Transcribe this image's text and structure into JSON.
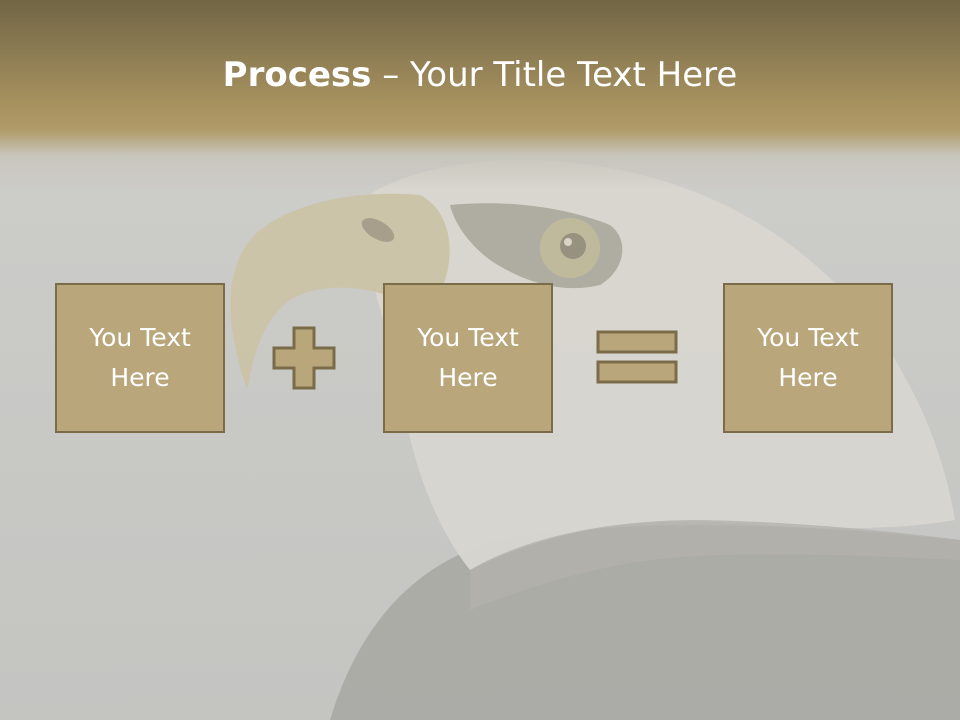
{
  "slide": {
    "title_strong": "Process",
    "title_sep": " – ",
    "title_rest": "Your Title Text Here"
  },
  "process": {
    "steps": [
      {
        "label": "You Text\nHere"
      },
      {
        "label": "You Text\nHere"
      },
      {
        "label": "You Text\nHere"
      }
    ],
    "operators": [
      "plus-icon",
      "equals-icon"
    ]
  },
  "colors": {
    "band_top": "#716545",
    "band_gold": "#b09a67",
    "box_fill": "#b9a77b",
    "box_border": "#7b6c49",
    "background": "#c9c9c6",
    "text": "#ffffff"
  }
}
